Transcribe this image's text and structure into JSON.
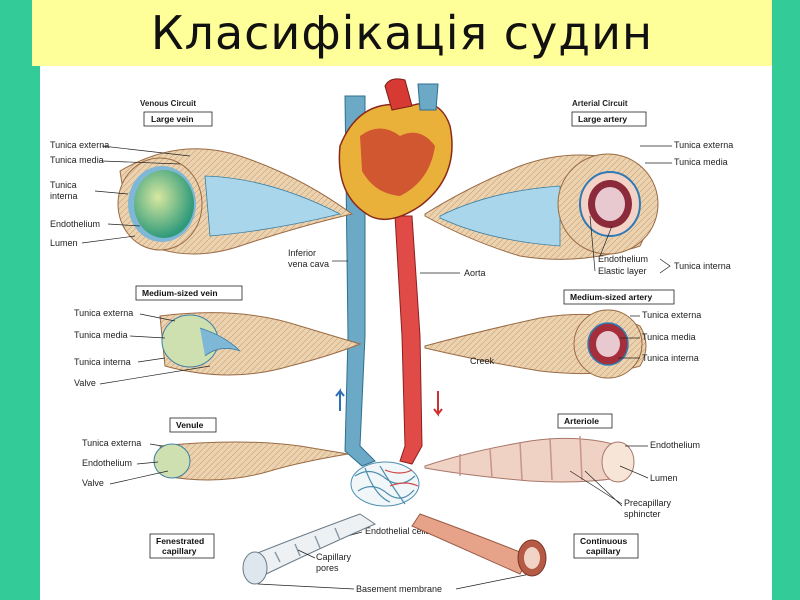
{
  "slide": {
    "title": "Класифікація судин"
  },
  "venous": {
    "circuit": "Venous Circuit",
    "large_vein": {
      "title": "Large vein",
      "labels": [
        "Tunica externa",
        "Tunica media",
        "Tunica",
        "interna",
        "Endothelium",
        "Lumen"
      ]
    },
    "medium_vein": {
      "title": "Medium-sized vein",
      "labels": [
        "Tunica externa",
        "Tunica media",
        "Tunica interna",
        "Valve"
      ]
    },
    "venule": {
      "title": "Venule",
      "labels": [
        "Tunica externa",
        "Endothelium",
        "Valve"
      ]
    }
  },
  "arterial": {
    "circuit": "Arterial Circuit",
    "large_artery": {
      "title": "Large artery",
      "labels": [
        "Tunica externa",
        "Tunica media",
        "Endothelium",
        "Elastic layer",
        "Tunica interna"
      ]
    },
    "medium_artery": {
      "title": "Medium-sized artery",
      "labels": [
        "Tunica externa",
        "Tunica media",
        "Tunica interna"
      ]
    },
    "arteriole": {
      "title": "Arteriole",
      "labels": [
        "Endothelium",
        "Lumen",
        "Precapillary",
        "sphincter"
      ]
    }
  },
  "center": {
    "ivc_1": "Inferior",
    "ivc_2": "vena cava",
    "aorta": "Aorta",
    "endothelial": "Endothelial cells",
    "small_label": "Creek"
  },
  "capillaries": {
    "fenestrated_1": "Fenestrated",
    "fenestrated_2": "capillary",
    "continuous_1": "Continuous",
    "continuous_2": "capillary",
    "pores_1": "Capillary",
    "pores_2": "pores",
    "basement": "Basement membrane"
  },
  "colors": {
    "background": "#33cc99",
    "title_band": "#ffff99",
    "vein": "#5f9fc0",
    "artery": "#e03a3a",
    "vessel_wall": "#e8c9a0"
  }
}
